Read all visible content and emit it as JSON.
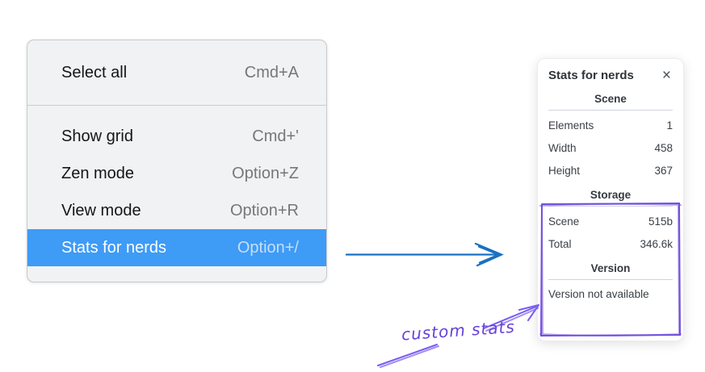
{
  "menu": {
    "items": [
      {
        "label": "Select all",
        "shortcut": "Cmd+A",
        "highlighted": false
      },
      {
        "label": "Show grid",
        "shortcut": "Cmd+'",
        "highlighted": false
      },
      {
        "label": "Zen mode",
        "shortcut": "Option+Z",
        "highlighted": false
      },
      {
        "label": "View mode",
        "shortcut": "Option+R",
        "highlighted": false
      },
      {
        "label": "Stats for nerds",
        "shortcut": "Option+/",
        "highlighted": true
      }
    ]
  },
  "panel": {
    "title": "Stats for nerds",
    "close_glyph": "×",
    "sections": [
      {
        "header": "Scene",
        "rows": [
          {
            "label": "Elements",
            "value": "1"
          },
          {
            "label": "Width",
            "value": "458"
          },
          {
            "label": "Height",
            "value": "367"
          }
        ]
      },
      {
        "header": "Storage",
        "rows": [
          {
            "label": "Scene",
            "value": "515b"
          },
          {
            "label": "Total",
            "value": "346.6k"
          }
        ]
      },
      {
        "header": "Version",
        "note": "Version not available"
      }
    ]
  },
  "annotations": {
    "label": "custom stats"
  },
  "colors": {
    "highlight_blue": "#3e9bf6",
    "arrow_blue": "#1971c2",
    "annotation_purple": "#6741d9",
    "menu_bg": "#f1f2f3",
    "panel_bg": "#ffffff"
  }
}
